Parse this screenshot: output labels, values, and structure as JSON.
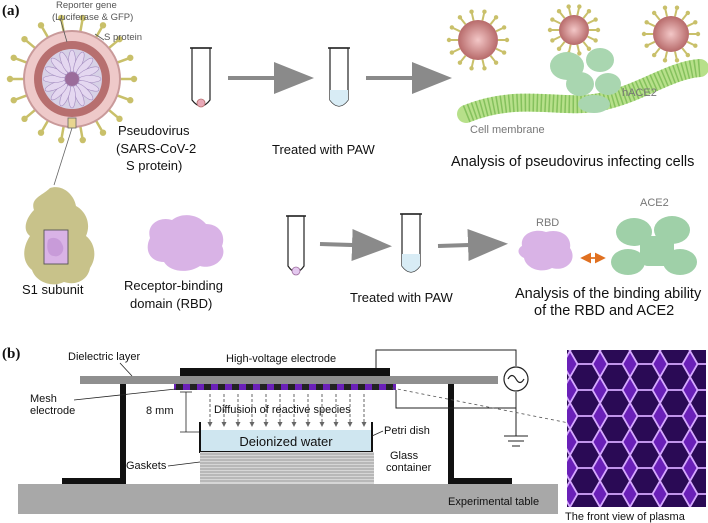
{
  "panel_a": {
    "label": "(a)",
    "virus_labels": {
      "reporter_gene_line1": "Reporter gene",
      "reporter_gene_line2": "(Luciferase & GFP)",
      "s_protein": "S protein"
    },
    "pseudovirus": {
      "line1": "Pseudovirus",
      "line2": "(SARS-CoV-2",
      "line3": "S protein)"
    },
    "treated_1": "Treated with PAW",
    "hace2": "hACE2",
    "cell_membrane": "Cell membrane",
    "analysis_1": "Analysis of pseudovirus infecting cells",
    "s1_subunit": "S1 subunit",
    "rbd_caption": {
      "line1": "Receptor-binding",
      "line2": "domain (RBD)"
    },
    "treated_2": "Treated with PAW",
    "rbd": "RBD",
    "ace2": "ACE2",
    "analysis_2": {
      "line1": "Analysis of the binding ability",
      "line2": "of the RBD and ACE2"
    }
  },
  "panel_b": {
    "label": "(b)",
    "dielectric_layer": "Dielectric layer",
    "hv_electrode": "High-voltage electrode",
    "mesh_electrode": {
      "line1": "Mesh",
      "line2": "electrode"
    },
    "gap": "8 mm",
    "diffusion": "Diffusion of reactive species",
    "deionized_water": "Deionized water",
    "petri_dish": "Petri dish",
    "gaskets": "Gaskets",
    "glass_container": {
      "line1": "Glass",
      "line2": "container"
    },
    "experimental_table": "Experimental table",
    "front_view": "The front view of plasma"
  },
  "colors": {
    "virus_pink": "#d98f8f",
    "spike": "#c9c06a",
    "rbd_purple": "#d9b3e6",
    "ace2_green": "#9fd0a8",
    "s1_olive": "#c8c28a",
    "plasma_purple": "#5a1aa8",
    "water_blue": "#cfe6f0",
    "arrow_gray": "#8a8a8a",
    "binding_orange": "#e07020"
  }
}
